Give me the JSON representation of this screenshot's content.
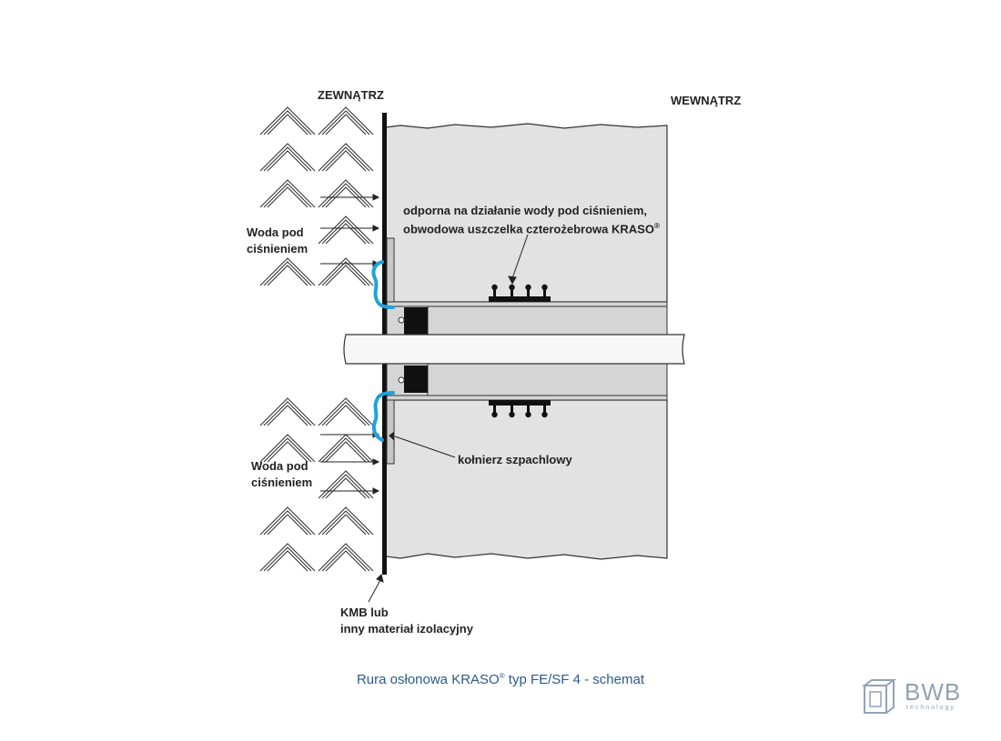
{
  "labels": {
    "outside": "ZEWNĄTRZ",
    "inside": "WEWNĄTRZ",
    "seal_line1": "odporna na działanie wody pod ciśnieniem,",
    "seal_line2": "obwodowa uszczelka czterożebrowa KRASO",
    "seal_reg": "®",
    "water_top_line1": "Woda pod",
    "water_top_line2": "ciśnieniem",
    "water_bottom_line1": "Woda pod",
    "water_bottom_line2": "ciśnieniem",
    "flange": "kołnierz szpachlowy",
    "kmb_line1": "KMB lub",
    "kmb_line2": "inny materiał izolacyjny"
  },
  "caption": {
    "prefix": "Rura osłonowa KRASO",
    "reg": "®",
    "suffix": " typ FE/SF 4 - schemat"
  },
  "brand": {
    "name": "BWB",
    "tagline": "technology",
    "icon": "cube-logo-icon"
  },
  "colors": {
    "wall_fill": "#e2e2e2",
    "line": "#222222",
    "sealant_blue": "#1fa3dc",
    "caption_blue": "#2b5a8c",
    "brand_gray": "#8fa3b8"
  }
}
